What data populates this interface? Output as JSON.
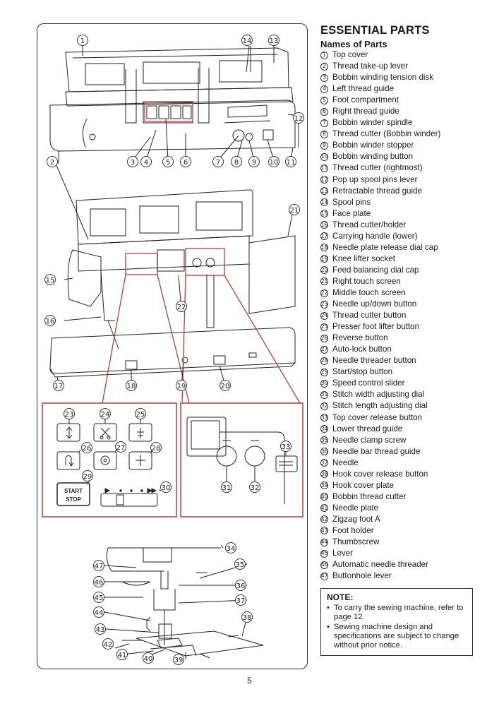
{
  "header": {
    "title": "ESSENTIAL PARTS",
    "subtitle": "Names of Parts"
  },
  "parts": [
    {
      "num": "1",
      "label": "Top cover"
    },
    {
      "num": "2",
      "label": "Thread take-up lever"
    },
    {
      "num": "3",
      "label": "Bobbin winding tension disk"
    },
    {
      "num": "4",
      "label": "Left thread guide"
    },
    {
      "num": "5",
      "label": "Foot compartment"
    },
    {
      "num": "6",
      "label": "Right thread guide"
    },
    {
      "num": "7",
      "label": "Bobbin winder spindle"
    },
    {
      "num": "8",
      "label": "Thread cutter (Bobbin winder)"
    },
    {
      "num": "9",
      "label": "Bobbin winder stopper"
    },
    {
      "num": "10",
      "label": "Bobbin winding button"
    },
    {
      "num": "11",
      "label": "Thread cutter (rightmost)"
    },
    {
      "num": "12",
      "label": "Pop up spool pins lever"
    },
    {
      "num": "13",
      "label": "Retractable thread guide"
    },
    {
      "num": "14",
      "label": "Spool pins"
    },
    {
      "num": "15",
      "label": "Face plate"
    },
    {
      "num": "16",
      "label": "Thread cutter/holder"
    },
    {
      "num": "17",
      "label": "Carrying handle (lower)"
    },
    {
      "num": "18",
      "label": "Needle plate release dial cap"
    },
    {
      "num": "19",
      "label": "Knee lifter socket"
    },
    {
      "num": "20",
      "label": "Feed balancing dial cap"
    },
    {
      "num": "21",
      "label": "Right touch screen"
    },
    {
      "num": "22",
      "label": "Middle touch screen"
    },
    {
      "num": "23",
      "label": "Needle up/down button"
    },
    {
      "num": "24",
      "label": "Thread cutter button"
    },
    {
      "num": "25",
      "label": "Presser foot lifter button"
    },
    {
      "num": "26",
      "label": "Reverse button"
    },
    {
      "num": "27",
      "label": "Auto-lock button"
    },
    {
      "num": "28",
      "label": "Needle threader button"
    },
    {
      "num": "29",
      "label": "Start/stop button"
    },
    {
      "num": "30",
      "label": "Speed control slider"
    },
    {
      "num": "31",
      "label": "Stitch width adjusting dial"
    },
    {
      "num": "32",
      "label": "Stitch length adjusting dial"
    },
    {
      "num": "33",
      "label": "Top cover release button"
    },
    {
      "num": "34",
      "label": "Lower thread guide"
    },
    {
      "num": "35",
      "label": "Needle clamp screw"
    },
    {
      "num": "36",
      "label": "Needle bar thread guide"
    },
    {
      "num": "37",
      "label": "Needle"
    },
    {
      "num": "38",
      "label": "Hook cover release button"
    },
    {
      "num": "39",
      "label": "Hook cover plate"
    },
    {
      "num": "40",
      "label": "Bobbin thread cutter"
    },
    {
      "num": "41",
      "label": "Needle plate"
    },
    {
      "num": "42",
      "label": "Zigzag foot A"
    },
    {
      "num": "43",
      "label": "Foot holder"
    },
    {
      "num": "44",
      "label": "Thumbscrew"
    },
    {
      "num": "45",
      "label": "Lever"
    },
    {
      "num": "46",
      "label": "Automatic needle threader"
    },
    {
      "num": "47",
      "label": "Buttonhole lever"
    }
  ],
  "note": {
    "title": "NOTE:",
    "items": [
      "To carry the sewing machine, refer to page 12.",
      "Sewing machine design and specifications are subject to change without prior notice."
    ]
  },
  "figure": {
    "button_start": "START",
    "button_stop": "STOP",
    "callouts": [
      "1",
      "2",
      "3",
      "4",
      "5",
      "6",
      "7",
      "8",
      "9",
      "10",
      "11",
      "12",
      "13",
      "14",
      "15",
      "16",
      "17",
      "18",
      "19",
      "20",
      "21",
      "22",
      "23",
      "24",
      "25",
      "26",
      "27",
      "28",
      "29",
      "30",
      "31",
      "32",
      "33",
      "34",
      "35",
      "36",
      "37",
      "38",
      "39",
      "40",
      "41",
      "42",
      "43",
      "44",
      "45",
      "46",
      "47"
    ]
  },
  "footer": {
    "page_number": "5"
  },
  "colors": {
    "callout_line": "#b0413e",
    "ink": "#1a1a1a"
  }
}
